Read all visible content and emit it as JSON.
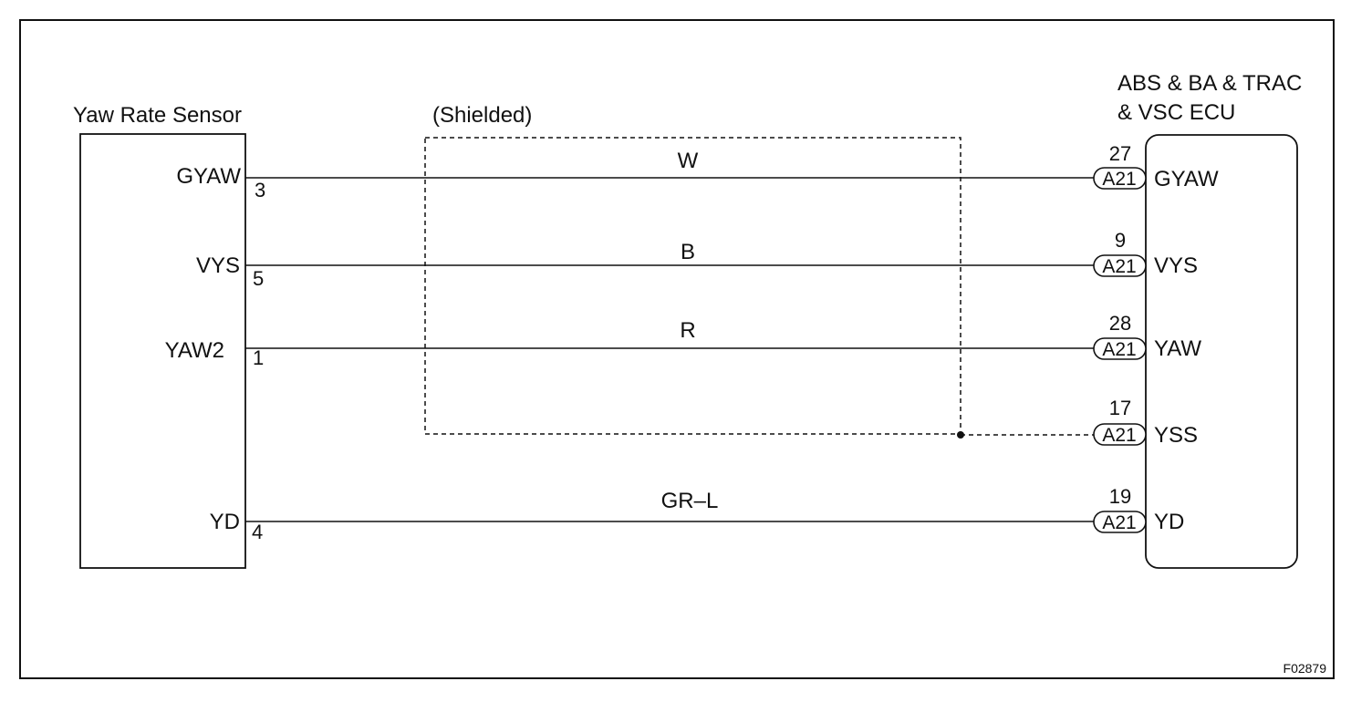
{
  "sensor": {
    "title": "Yaw Rate Sensor",
    "terminals": [
      {
        "name": "GYAW",
        "pin": "3"
      },
      {
        "name": "VYS",
        "pin": "5"
      },
      {
        "name": "YAW2",
        "pin": "1"
      },
      {
        "name": "YD",
        "pin": "4"
      }
    ]
  },
  "shield_label": "(Shielded)",
  "wires": [
    {
      "color": "W"
    },
    {
      "color": "B"
    },
    {
      "color": "R"
    },
    {
      "color": "GR–L"
    }
  ],
  "ecu": {
    "title_line1": "ABS & BA & TRAC",
    "title_line2": "& VSC ECU",
    "terminals": [
      {
        "pin": "27",
        "connector": "A21",
        "name": "GYAW"
      },
      {
        "pin": "9",
        "connector": "A21",
        "name": "VYS"
      },
      {
        "pin": "28",
        "connector": "A21",
        "name": "YAW"
      },
      {
        "pin": "17",
        "connector": "A21",
        "name": "YSS"
      },
      {
        "pin": "19",
        "connector": "A21",
        "name": "YD"
      }
    ]
  },
  "figure_ref": "F02879"
}
